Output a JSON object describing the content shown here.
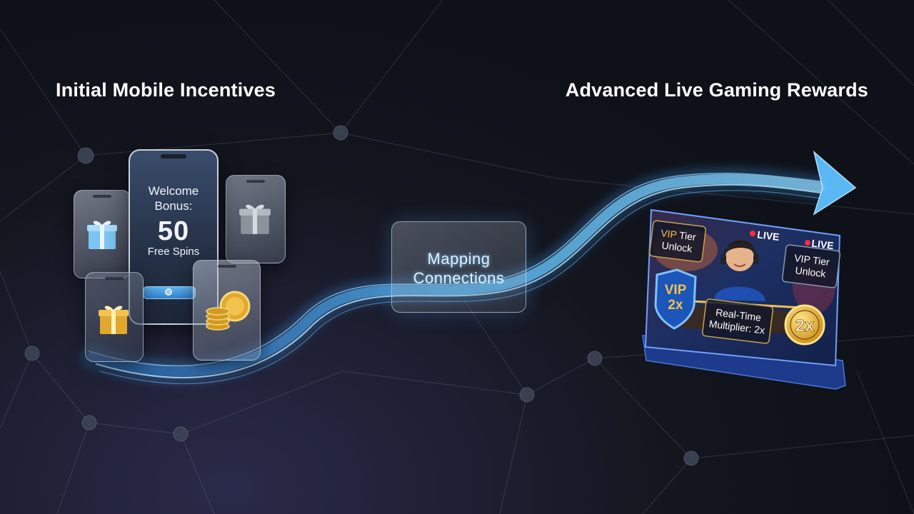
{
  "headings": {
    "left": "Initial Mobile Incentives",
    "right": "Advanced Live Gaming Rewards"
  },
  "phone": {
    "welcome_line1": "Welcome",
    "welcome_line2": "Bonus:",
    "amount": "50",
    "spins_label": "Free Spins"
  },
  "mapping": {
    "line1": "Mapping",
    "line2": "Connections"
  },
  "live_panel": {
    "vip_tier_left": [
      "VIP Tier",
      "Unlock"
    ],
    "vip_tier_right": [
      "VIP Tier",
      "Unlock"
    ],
    "live_badge": "LIVE",
    "shield_label": [
      "VIP",
      "2x"
    ],
    "multiplier_label": [
      "Real-Time",
      "Multiplier: 2x"
    ],
    "coin_label": "2x"
  },
  "colors": {
    "accent_blue": "#3aa8ff",
    "gold": "#f2c14e",
    "live_red": "#ff2a3a",
    "panel_navy": "#1c2e6a"
  },
  "icons": [
    "gift-icon",
    "coin-stack-icon",
    "shield-icon",
    "avatar-with-headset-icon",
    "arrow-icon",
    "live-dot-icon"
  ]
}
